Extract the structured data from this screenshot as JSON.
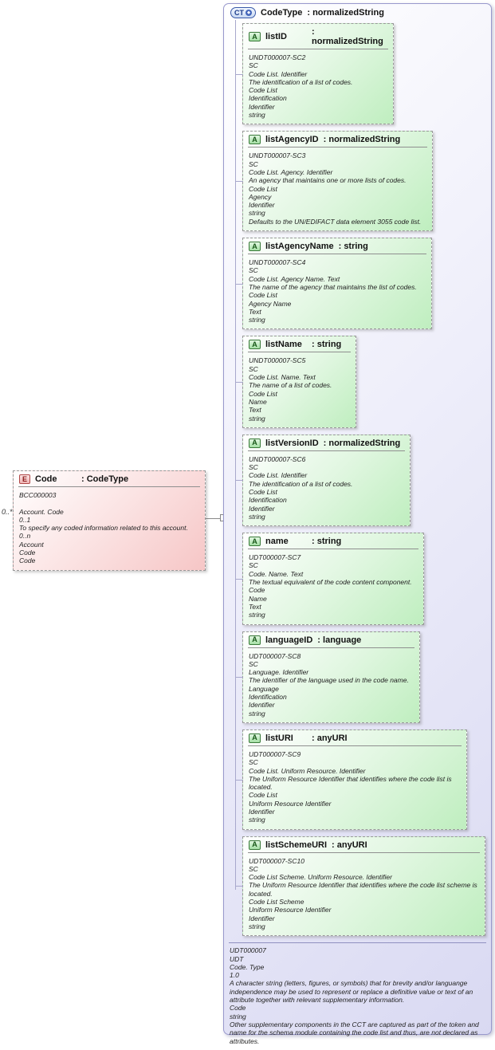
{
  "complex_type": {
    "badge": "CT",
    "header": "CodeType",
    "header_type": ": normalizedString",
    "attributes": [
      {
        "badge": "A",
        "name": "listID",
        "type": ": normalizedString",
        "doc": [
          "UNDT000007-SC2",
          "SC",
          "Code List. Identifier",
          "The identification of a list of codes.",
          "Code List",
          "Identification",
          "Identifier",
          "string"
        ]
      },
      {
        "badge": "A",
        "name": "listAgencyID",
        "type": ": normalizedString",
        "doc": [
          "UNDT000007-SC3",
          "SC",
          "Code List. Agency. Identifier",
          "An agency that maintains one or more lists of codes.",
          "Code List",
          "Agency",
          "Identifier",
          "string",
          "Defaults to the UN/EDIFACT data element 3055 code list."
        ]
      },
      {
        "badge": "A",
        "name": "listAgencyName",
        "type": ": string",
        "doc": [
          "UNDT000007-SC4",
          "SC",
          "Code List. Agency Name. Text",
          "The name of the agency that maintains the list of codes.",
          "Code List",
          "Agency Name",
          "Text",
          "string"
        ]
      },
      {
        "badge": "A",
        "name": "listName",
        "type": ": string",
        "doc": [
          "UNDT000007-SC5",
          "SC",
          "Code List. Name. Text",
          "The name of a list of codes.",
          "Code List",
          "Name",
          "Text",
          "string"
        ]
      },
      {
        "badge": "A",
        "name": "listVersionID",
        "type": ": normalizedString",
        "doc": [
          "UNDT000007-SC6",
          "SC",
          "Code List. Identifier",
          "The identification of a list of codes.",
          "Code List",
          "Identification",
          "Identifier",
          "string"
        ]
      },
      {
        "badge": "A",
        "name": "name",
        "type": ": string",
        "doc": [
          "UDT000007-SC7",
          "SC",
          "Code. Name. Text",
          "The textual equivalent of the code content component.",
          "Code",
          "Name",
          "Text",
          "string"
        ]
      },
      {
        "badge": "A",
        "name": "languageID",
        "type": ": language",
        "doc": [
          "UDT000007-SC8",
          "SC",
          "Language. Identifier",
          "The identifier of the language used in the code name.",
          "Language",
          "Identification",
          "Identifier",
          "string"
        ]
      },
      {
        "badge": "A",
        "name": "listURI",
        "type": ": anyURI",
        "doc": [
          "UDT000007-SC9",
          "SC",
          "Code List. Uniform Resource. Identifier",
          "The Uniform Resource Identifier that identifies where the code list is located.",
          "Code List",
          "Uniform Resource Identifier",
          "Identifier",
          "string"
        ]
      },
      {
        "badge": "A",
        "name": "listSchemeURI",
        "type": ": anyURI",
        "doc": [
          "UDT000007-SC10",
          "SC",
          "Code List Scheme. Uniform Resource. Identifier",
          "The Uniform Resource Identifier that identifies where the code list scheme is located.",
          "Code List Scheme",
          "Uniform Resource Identifier",
          "Identifier",
          "string"
        ]
      }
    ],
    "footer_doc": [
      "UDT000007",
      "UDT",
      "Code. Type",
      "1.0",
      "A character string (letters, figures, or symbols) that for brevity and/or languange independence may be used to represent or replace a definitive value or text of an attribute together with relevant supplementary information.",
      "Code",
      "string",
      "Other supplementary components in the CCT are captured as part of the token and name for the schema module containing the code list and thus, are not declared as attributes."
    ]
  },
  "element": {
    "badge": "E",
    "name": "Code",
    "type": ": CodeType",
    "cardinality": "0..*",
    "doc": [
      "BCC000003",
      "",
      "Account. Code",
      "0..1",
      "To specify any coded information related to this account.",
      "0..n",
      "Account",
      "Code",
      "Code"
    ]
  }
}
